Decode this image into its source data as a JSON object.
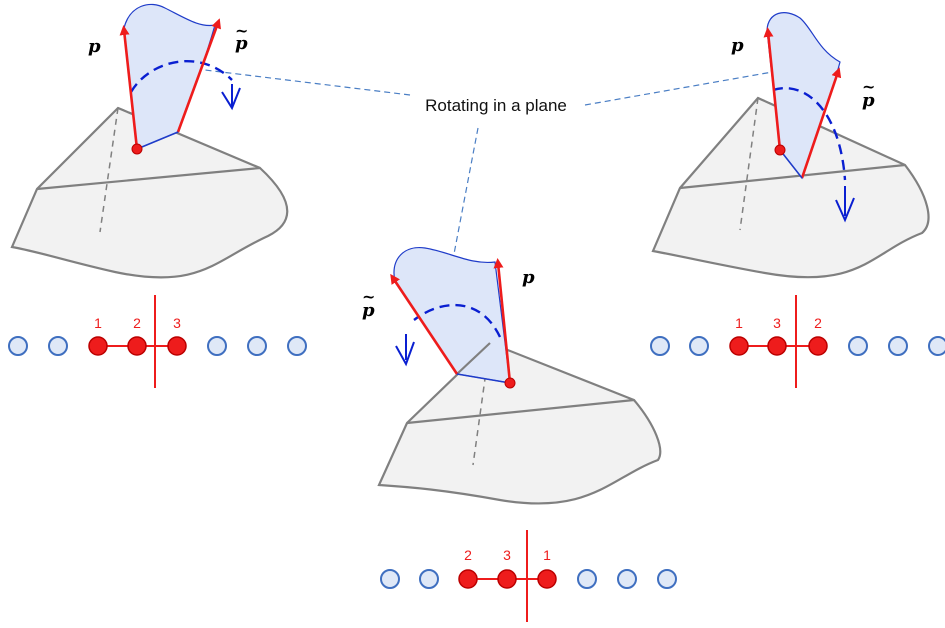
{
  "caption": "Rotating in a plane",
  "vector_label": "p",
  "rotated_vector_label": "p",
  "tilde_mark": "~",
  "colors": {
    "red": "#ee1c1c",
    "blue_dash": "#0a1fd1",
    "plane_fill": "#dde6f9",
    "surface_fill": "#f2f2f2",
    "surface_stroke": "#808080",
    "leader": "#4a7ec4",
    "bead_blue_fill": "#dfe8f7",
    "bead_blue_stroke": "#3f6fc0"
  },
  "panels": {
    "left": {
      "numbers": [
        "1",
        "2",
        "3"
      ]
    },
    "middle": {
      "numbers": [
        "2",
        "3",
        "1"
      ]
    },
    "right": {
      "numbers": [
        "1",
        "3",
        "2"
      ]
    }
  }
}
